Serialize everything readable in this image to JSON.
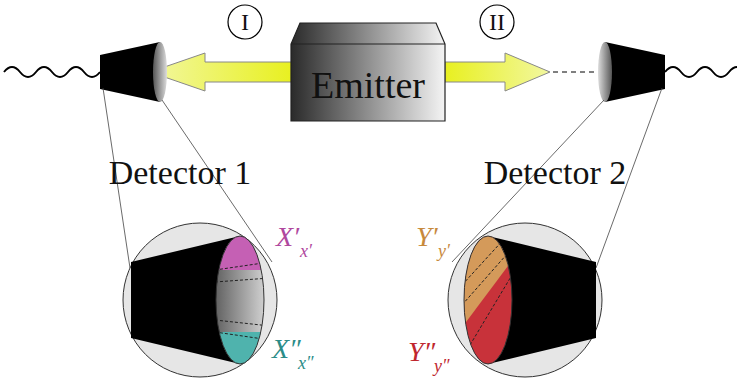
{
  "diagram": {
    "nodes": [
      {
        "text": [
          "Emitter"
        ]
      },
      {
        "text": [
          "I"
        ]
      },
      {
        "text": [
          "II"
        ]
      }
    ],
    "labels": [
      "Detector 1",
      "Detector 2",
      "X′",
      "x′",
      "X″",
      "x″",
      "Y′",
      "y′",
      "Y″",
      "y″"
    ]
  }
}
